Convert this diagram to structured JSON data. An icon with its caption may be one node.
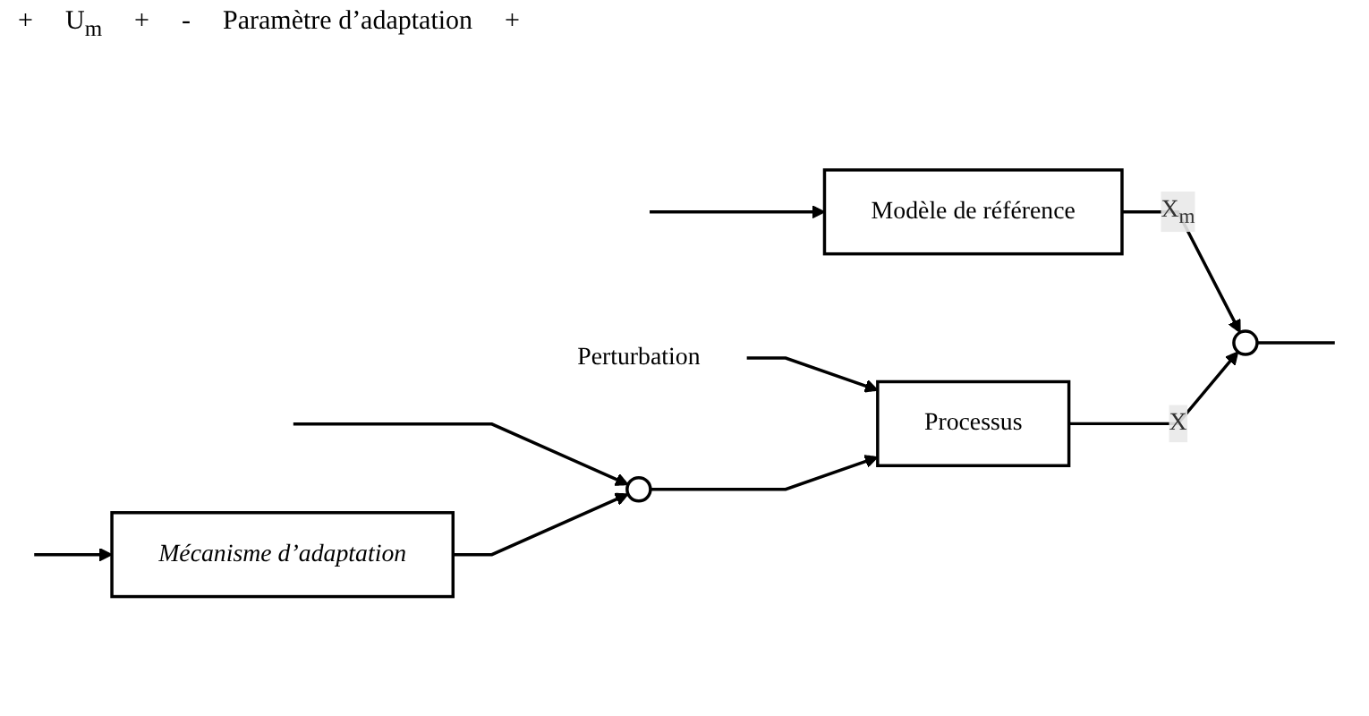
{
  "diagram": {
    "nodes": [
      {
        "text": [
          "Modèle de référence"
        ]
      },
      {
        "text": [],
        "shape": "circle"
      },
      {
        "text": [
          "Perturbation"
        ]
      },
      {
        "text": [],
        "shape": "circle"
      },
      {
        "text": [
          "Processus"
        ]
      },
      {
        "text": [
          "Mécanisme d’adaptation"
        ]
      }
    ],
    "edges": [
      {
        "from": null,
        "to": 0,
        "arrow": "to"
      },
      {
        "from": null,
        "to": 3,
        "arrow": "to"
      },
      {
        "from": 0,
        "to": 1,
        "arrow": "to",
        "label": "X$_{m}$"
      },
      {
        "from": 2,
        "to": 4,
        "arrow": "to"
      },
      {
        "from": 3,
        "to": 4,
        "arrow": "to"
      },
      {
        "from": 4,
        "to": 1,
        "arrow": "to",
        "label": "X"
      },
      {
        "from": 1,
        "to": null,
        "arrow": "none"
      },
      {
        "from": null,
        "to": 5,
        "arrow": "to"
      },
      {
        "from": 5,
        "to": 3,
        "arrow": "to"
      }
    ],
    "labels": [
      "+",
      "U$_{m}$",
      "+",
      "-",
      "Paramètre d’adaptation",
      "+"
    ]
  }
}
